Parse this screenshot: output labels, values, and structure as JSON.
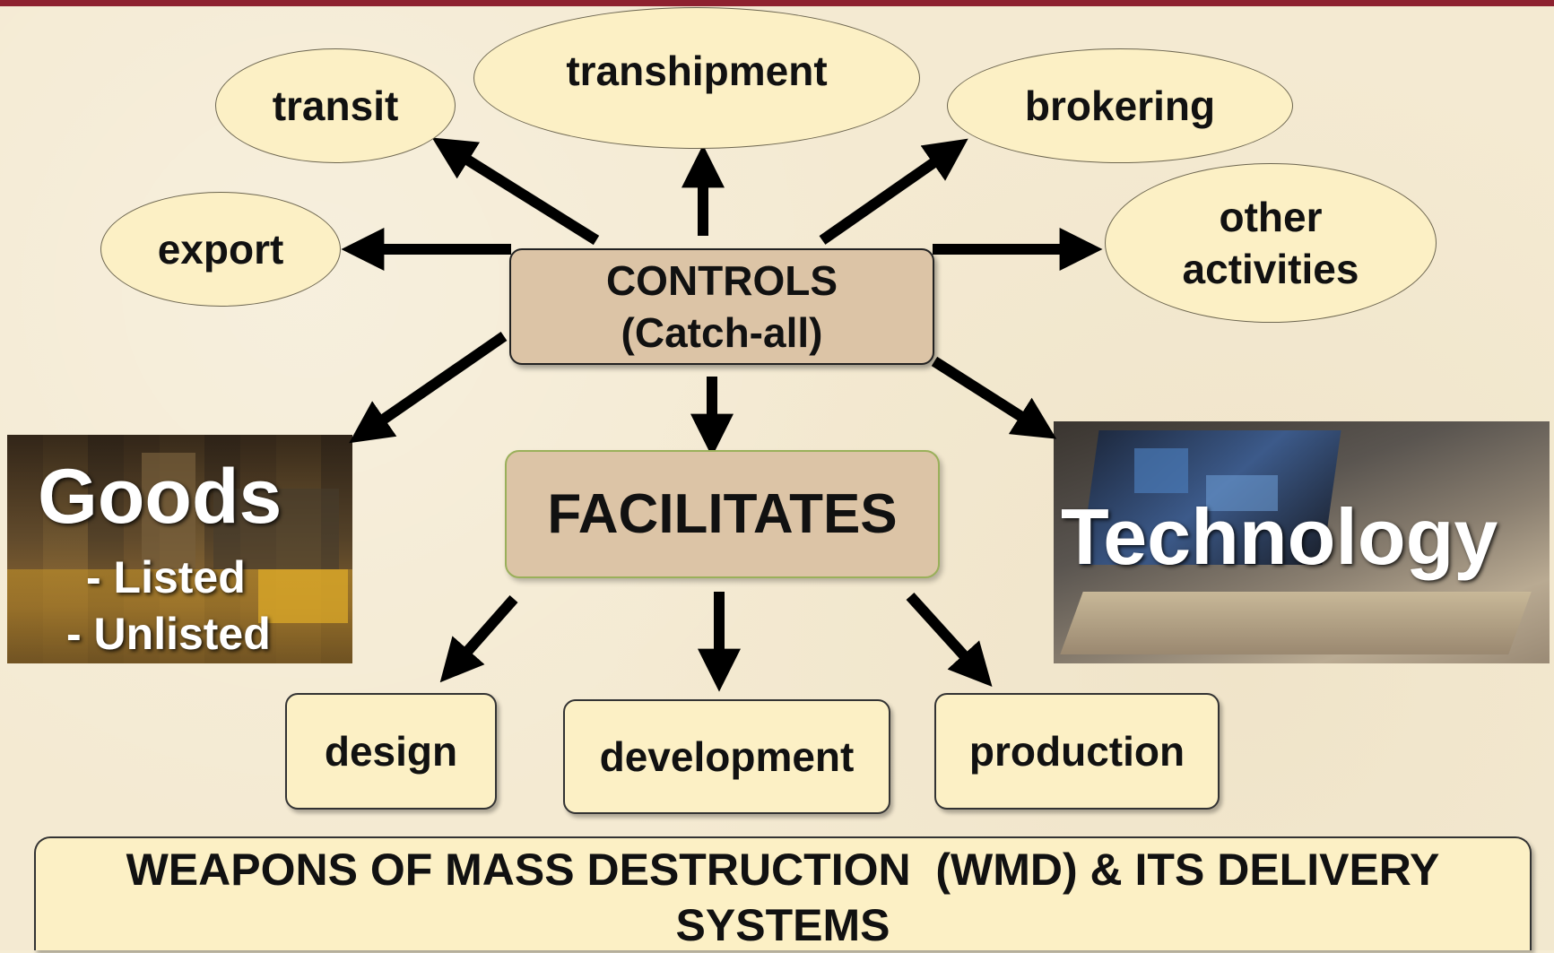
{
  "diagram": {
    "center": {
      "line1": "CONTROLS",
      "line2": "(Catch-all)"
    },
    "activities": {
      "transit": "transit",
      "transhipment": "transhipment",
      "brokering": "brokering",
      "export": "export",
      "other_line1": "other",
      "other_line2": "activities"
    },
    "goods": {
      "title": "Goods",
      "listed": "- Listed",
      "unlisted": "- Unlisted"
    },
    "technology": {
      "title": "Technology"
    },
    "facilitates": "FACILITATES",
    "outcomes": {
      "design": "design",
      "development": "development",
      "production": "production"
    },
    "wmd": {
      "line1": "WEAPONS OF MASS DESTRUCTION  (WMD) & ITS DELIVERY",
      "line2": "SYSTEMS"
    },
    "colors": {
      "top_bar": "#8e2230",
      "background": "#f4ead2",
      "ellipse_fill": "#fcf0c5",
      "controls_fill": "#dcc4a6",
      "arrow": "#000000"
    }
  }
}
